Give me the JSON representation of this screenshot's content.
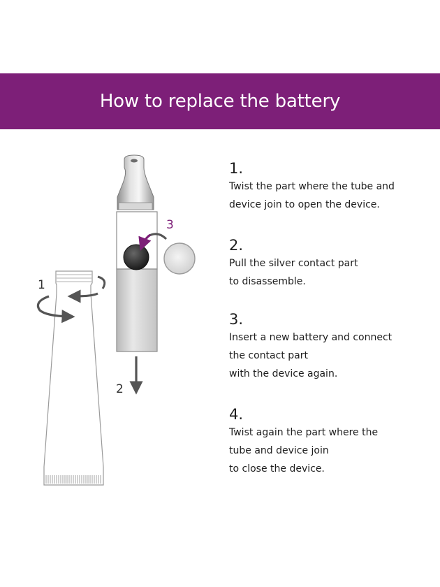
{
  "banner": {
    "title": "How to replace the battery",
    "color": "#7d1f78"
  },
  "callouts": {
    "one": "1",
    "two": "2",
    "three": "3",
    "accent_color": "#7d1f78",
    "gray_color": "#555555"
  },
  "steps": [
    {
      "number": "1.",
      "lines": [
        "Twist the part where the tube and",
        "device join to open the device."
      ]
    },
    {
      "number": "2.",
      "lines": [
        "Pull the silver contact part",
        "to disassemble."
      ]
    },
    {
      "number": "3.",
      "lines": [
        "Insert a new battery and connect",
        "the contact part",
        "with the device again."
      ]
    },
    {
      "number": "4.",
      "lines": [
        "Twist again the part where the",
        "tube and device join",
        "to close the device."
      ]
    }
  ]
}
